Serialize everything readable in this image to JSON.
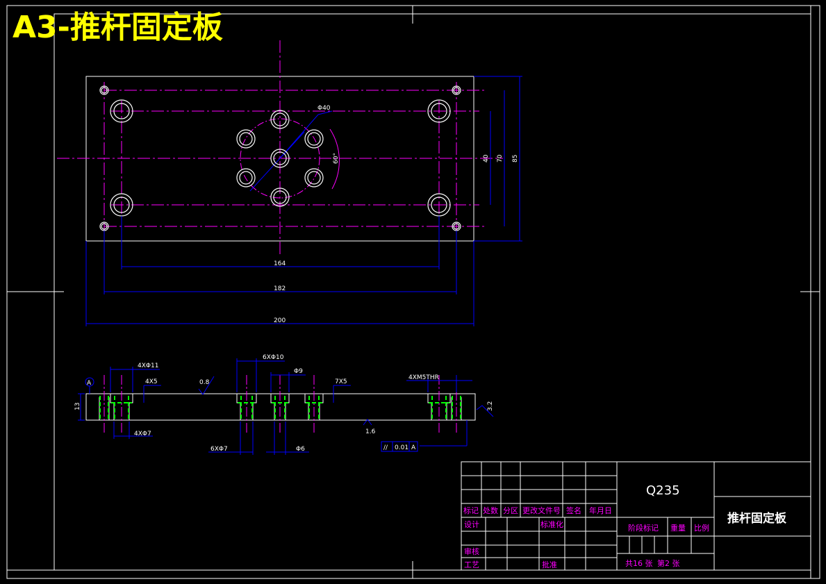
{
  "drawing_title": "A3-推杆固定板",
  "plan_view": {
    "dims": {
      "bolt_circle": "Φ40",
      "angle": "60°",
      "inner_height": "40",
      "mid_height": "70",
      "outer_height": "85",
      "dim_164": "164",
      "dim_182": "182",
      "dim_200": "200"
    }
  },
  "section_view": {
    "datum": "A",
    "top_left_holes": "4XΦ11",
    "top_left_depth": "4X5",
    "thickness": "13",
    "roughness_top": "0.8",
    "top_center_holes": "6XΦ10",
    "center_counter": "Φ9",
    "center_depth": "7X5",
    "bottom_left_holes": "4XΦ7",
    "bottom_center_holes": "6XΦ7",
    "bottom_center_small": "Φ6",
    "roughness_bottom": "1.6",
    "parallelism": "//",
    "tolerance": "0.01",
    "tolerance_datum": "A",
    "tap_holes": "4XM5THR",
    "roughness_right": "3.2"
  },
  "title_block": {
    "material": "Q235",
    "part_name": "推杆固定板",
    "header_labels": [
      "标记",
      "处数",
      "分区",
      "更改文件号",
      "签名",
      "年月日"
    ],
    "design": "设计",
    "standardization": "标准化",
    "review": "审核",
    "process": "工艺",
    "approve": "批准",
    "stage_mark": "阶段标记",
    "weight": "重量",
    "scale": "比例",
    "total_sheets": "共16 张",
    "sheet_no": "第2 张"
  },
  "colors": {
    "border": "#ffffff",
    "title": "#ffff00",
    "center_line": "#ff00ff",
    "dimension": "#0000ff",
    "hidden": "#00ff00",
    "part_outline": "#ffffff"
  }
}
